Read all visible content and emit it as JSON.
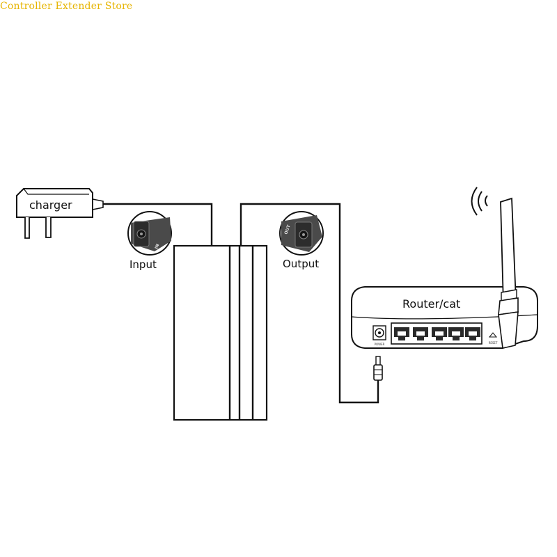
{
  "watermark": "Controller Extender Store",
  "nodes": {
    "charger": "charger",
    "input": "Input",
    "output": "Output",
    "router": "Router/cat"
  },
  "port_marks": {
    "in": "IN",
    "out": "OUT"
  },
  "icons": [
    "wifi-waves-icon",
    "antenna-icon",
    "dc-plug-icon",
    "wall-plug-icon"
  ]
}
